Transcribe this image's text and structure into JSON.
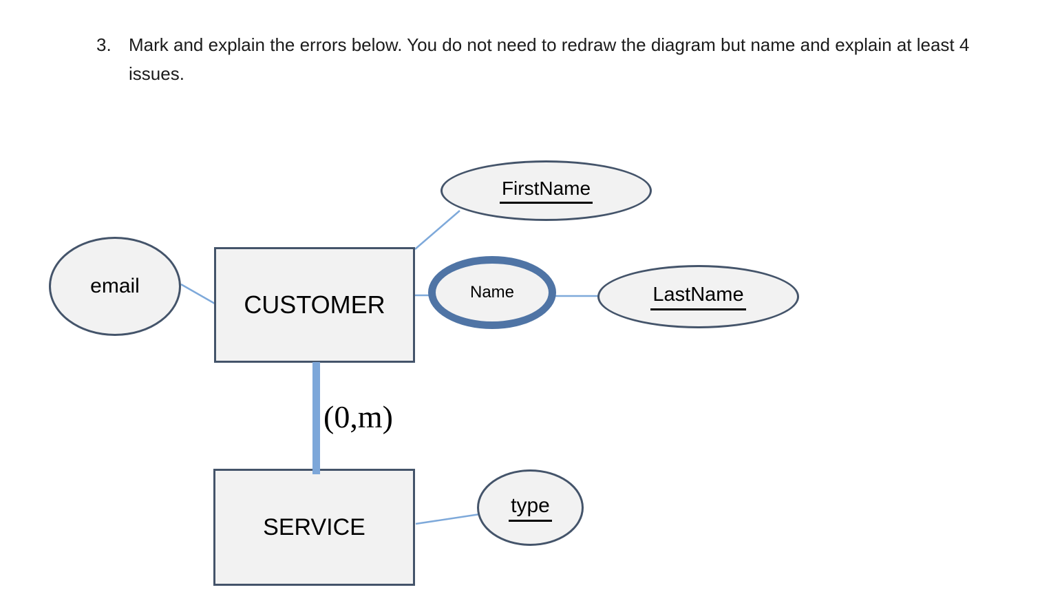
{
  "question": {
    "number": "3.",
    "text": "Mark and explain the errors below. You do not need to redraw the diagram but name and explain at least 4 issues."
  },
  "diagram": {
    "entities": {
      "customer": {
        "label": "CUSTOMER"
      },
      "service": {
        "label": "SERVICE"
      }
    },
    "attributes": {
      "email": {
        "label": "email",
        "underlined": false,
        "border": "thin"
      },
      "firstname": {
        "label": "FirstName",
        "underlined": true,
        "border": "thin"
      },
      "name": {
        "label": "Name",
        "underlined": false,
        "border": "thick"
      },
      "lastname": {
        "label": "LastName",
        "underlined": true,
        "border": "thin"
      },
      "type": {
        "label": "type",
        "underlined": true,
        "border": "thin"
      }
    },
    "relationship": {
      "cardinality_label": "(0,m)"
    },
    "colors": {
      "shape_fill": "#f2f2f2",
      "shape_border": "#44546a",
      "thick_attribute_border": "#4f74a5",
      "connector_thin": "#7ea9da",
      "connector_thick": "#7da7d9",
      "text": "#000000"
    }
  }
}
